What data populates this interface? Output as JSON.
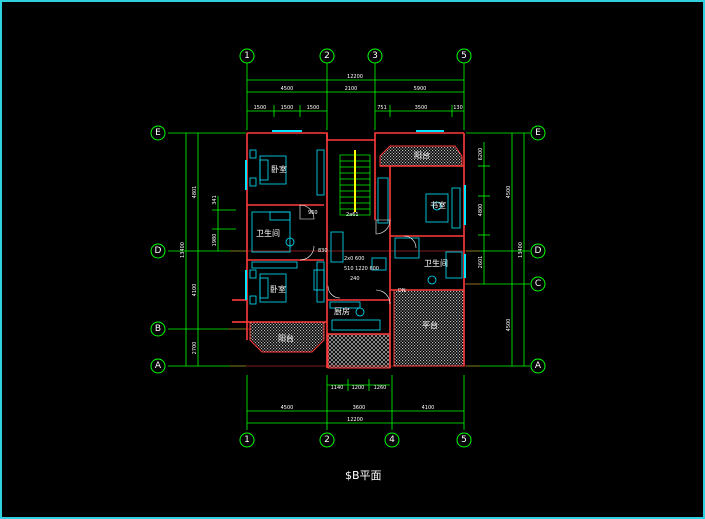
{
  "colors": {
    "background": "#000000",
    "frame": "#2fd0e0",
    "axis": "#00ff00",
    "wall": "#ff3b3b",
    "detail": "#00e5ff",
    "text": "#ffffff",
    "stair_mark": "#ffff00"
  },
  "title": "$B平面",
  "axes": {
    "top": [
      "1",
      "2",
      "3",
      "5"
    ],
    "bottom": [
      "1",
      "2",
      "4",
      "5"
    ],
    "left": [
      "E",
      "D",
      "B",
      "A"
    ],
    "right": [
      "E",
      "D",
      "C",
      "A"
    ]
  },
  "dims": {
    "top_total": "12200",
    "top_row1": [
      "4500",
      "2100",
      "5900"
    ],
    "top_row2_left": [
      "1500",
      "1500",
      "1500"
    ],
    "top_row2_right": [
      "751",
      "3500",
      "130"
    ],
    "bottom_row1": [
      "1140",
      "1200",
      "1260"
    ],
    "bottom_row2": [
      "4500",
      "3600",
      "4100"
    ],
    "bottom_total": "12200",
    "left_total": "13400",
    "left_row": [
      "4801",
      "341",
      "1980",
      "4100",
      "2700"
    ],
    "right_total": "13400",
    "right_row": [
      "4500",
      "4800",
      "6200",
      "2601",
      "4500"
    ]
  },
  "rooms": {
    "bedroom_top": "卧室",
    "bath_left": "卫生间",
    "bedroom_bottom": "卧室",
    "balcony_left": "阳台",
    "kitchen": "厨房",
    "balcony_top": "阳台",
    "study": "书室",
    "bath_right": "卫生间",
    "terrace": "平台"
  },
  "notes": {
    "stair_dim": "2a61",
    "door_dim_a": "960",
    "door_dim_b": "830",
    "small_dim": "2x0 600",
    "mid_dim": "510 1220 600",
    "kitchen_dim": "240",
    "dn": "DN"
  }
}
